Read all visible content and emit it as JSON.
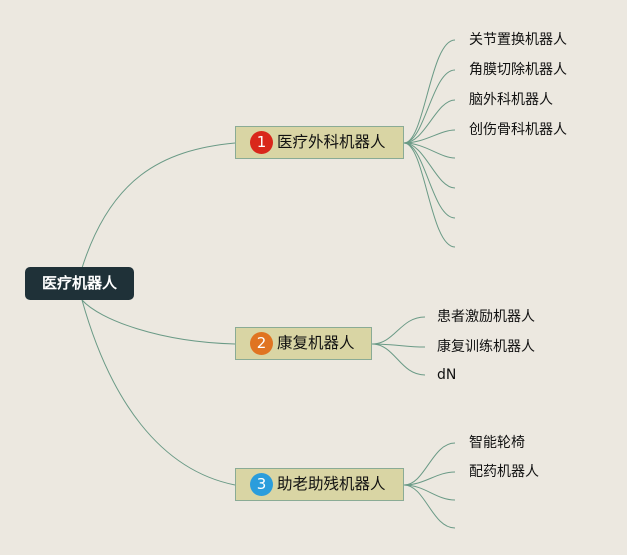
{
  "root": {
    "label": "医疗机器人"
  },
  "branches": [
    {
      "number": "1",
      "label": "医疗外科机器人",
      "badge_color": "#d9271b",
      "leaves": [
        "关节置换机器人",
        "角膜切除机器人",
        "脑外科机器人",
        "创伤骨科机器人",
        "",
        "",
        "",
        ""
      ]
    },
    {
      "number": "2",
      "label": "康复机器人",
      "badge_color": "#e07421",
      "leaves": [
        "患者激励机器人",
        "康复训练机器人",
        "dN"
      ]
    },
    {
      "number": "3",
      "label": "助老助残机器人",
      "badge_color": "#2a9ddc",
      "leaves": [
        "智能轮椅",
        "配药机器人",
        "",
        ""
      ]
    }
  ],
  "colors": {
    "background": "#ece8e0",
    "root_fill": "#1f3138",
    "node_fill": "#d9d5a4",
    "connector": "#6a9a86"
  }
}
